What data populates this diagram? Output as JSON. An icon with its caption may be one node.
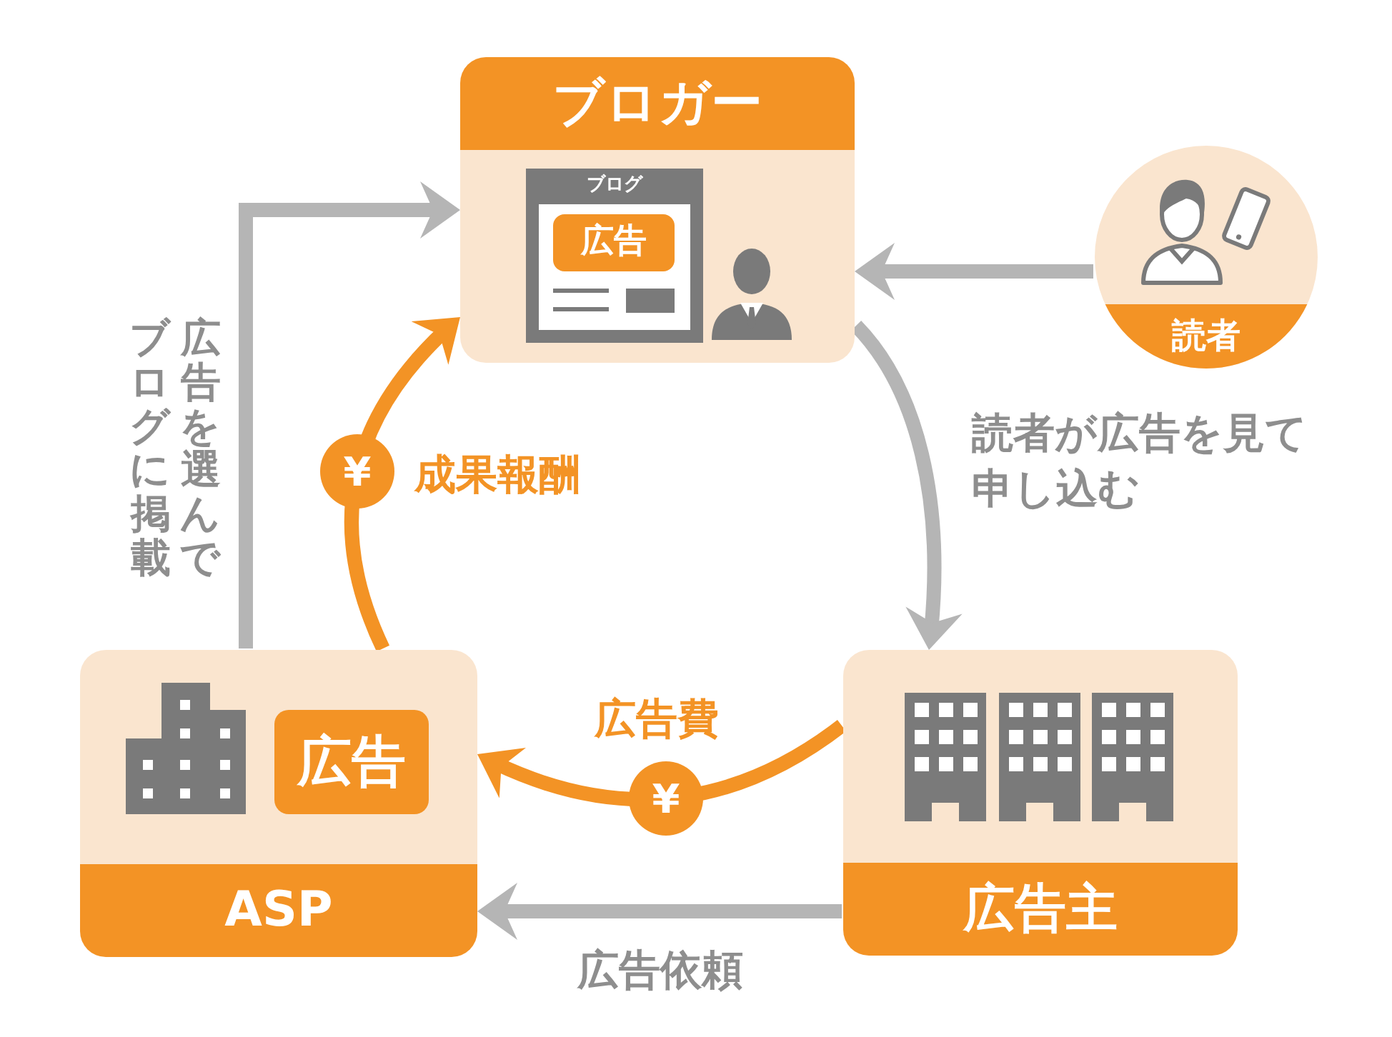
{
  "diagram": {
    "nodes": [
      {
        "text": [
          "ブロガー"
        ]
      },
      {
        "text": [
          "ブログ"
        ],
        "in": 0
      },
      {
        "text": [
          "広告"
        ],
        "in": 1
      },
      {
        "text": [
          "読者"
        ]
      },
      {
        "text": [
          "ASP"
        ]
      },
      {
        "text": [
          "広告"
        ],
        "in": 4
      },
      {
        "text": [
          "広告主"
        ]
      }
    ],
    "edges": [
      {
        "from": 4,
        "to": 0,
        "arrow": "to",
        "label": "広告を選んでブログに掲載"
      },
      {
        "from": 3,
        "to": 0,
        "arrow": "to"
      },
      {
        "from": 0,
        "to": 6,
        "arrow": "to",
        "label": "読者が広告を見て申し込む"
      },
      {
        "from": 4,
        "to": 0,
        "arrow": "to",
        "label": "成果報酬",
        "color": "#f39325"
      },
      {
        "from": 6,
        "to": 4,
        "arrow": "to",
        "label": "広告費",
        "color": "#f39325"
      },
      {
        "from": 6,
        "to": 4,
        "arrow": "to",
        "label": "広告依頼"
      }
    ],
    "labels": [
      "¥",
      "¥"
    ]
  }
}
